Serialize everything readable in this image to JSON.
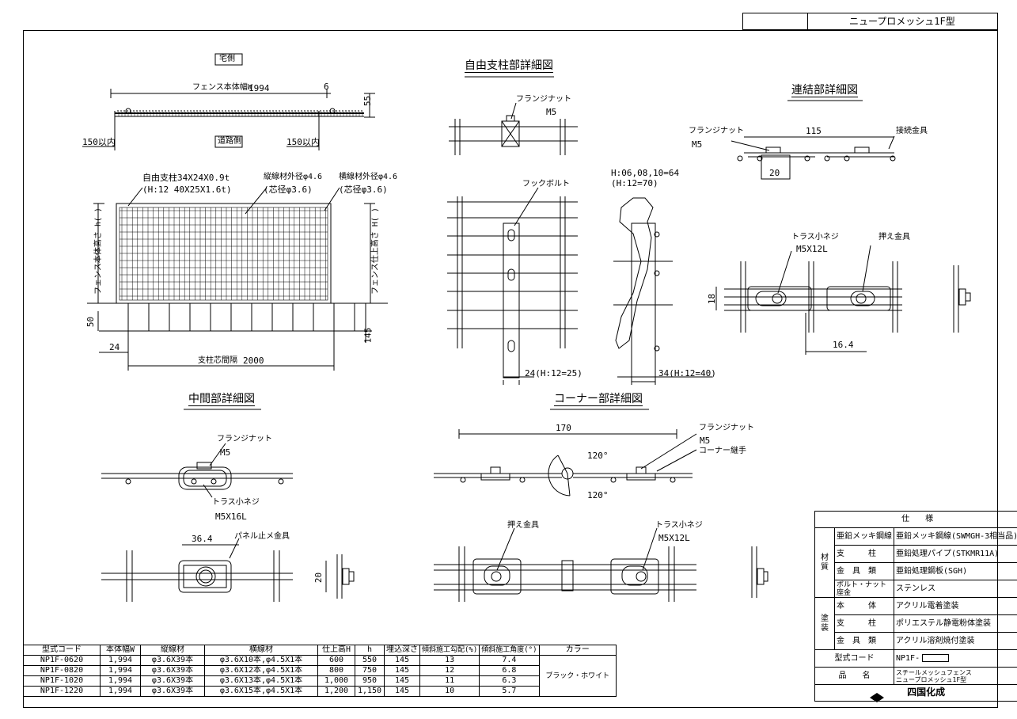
{
  "title_block": {
    "name": "ニュープロメッシュ1F型"
  },
  "views": {
    "plan": {
      "label": "宅側",
      "road": "道路側",
      "width_label": "フェンス本体幅W",
      "width_value": "1994",
      "gap": "6",
      "h55": "55",
      "left_150": "150以内",
      "right_150": "150以内"
    },
    "elev": {
      "post_note1": "自由支柱34X24X0.9t",
      "post_note2": "(H:12 40X25X1.6t)",
      "vwire1": "縦線材外径φ4.6",
      "vwire2": "(芯径φ3.6)",
      "hwire1": "横線材外径φ4.6",
      "hwire2": "(芯径φ3.6)",
      "left_h": "フェンス本体高さ h( )",
      "right_h": "フェンス仕上高さ H( )",
      "d50": "50",
      "d145": "145",
      "d24": "24",
      "pitch_label": "支柱芯間隔",
      "pitch_value": "2000"
    },
    "free_post": {
      "title": "自由支柱部詳細図",
      "flange": "フランジナット",
      "m5": "M5",
      "hook": "フックボルト",
      "h1": "H:06,08,10=64",
      "h2": "(H:12=70)",
      "d24": "24(H:12=25)",
      "d34": "34(H:12=40)"
    },
    "joint": {
      "title": "連結部詳細図",
      "flange": "フランジナット",
      "m5": "M5",
      "w115": "115",
      "fitting": "接続金具",
      "d20": "20",
      "truss": "トラス小ネジ",
      "m5x12": "M5X12L",
      "press": "押え金具",
      "d18": "18",
      "d164": "16.4"
    },
    "mid": {
      "title": "中間部詳細図",
      "flange": "フランジナット",
      "m5": "M5",
      "truss": "トラス小ネジ",
      "m5x16": "M5X16L",
      "d364": "36.4",
      "panel": "パネル止メ金具",
      "d20": "20"
    },
    "corner": {
      "title": "コーナー部詳細図",
      "w170": "170",
      "flange": "フランジナット",
      "m5": "M5",
      "joint": "コーナー継手",
      "a1": "120°",
      "a2": "120°",
      "press": "押え金具",
      "truss": "トラス小ネジ",
      "m5x12": "M5X12L"
    }
  },
  "spec": {
    "header": "仕　　様",
    "group1": "材　質",
    "group2": "塗　装",
    "rows": [
      {
        "label": "亜鉛メッキ鋼線",
        "value": "亜鉛メッキ鋼線(SWMGH-3相当品)"
      },
      {
        "label": "支　　　柱",
        "value": "亜鉛処理パイプ(STKMR11A)"
      },
      {
        "label": "金　具　類",
        "value": "亜鉛処理鋼板(SGH)"
      },
      {
        "label": "ボルト・ナット座金",
        "value": "ステンレス"
      },
      {
        "label": "本　　　体",
        "value": "アクリル電着塗装"
      },
      {
        "label": "支　　　柱",
        "value": "ポリエステル静電粉体塗装"
      },
      {
        "label": "金　具　類",
        "value": "アクリル溶剤焼付塗装"
      }
    ],
    "code_label": "型式コード",
    "code_value": "NP1F-",
    "name_label": "品　　名",
    "name_line1": "スチールメッシュフェンス",
    "name_line2": "ニュープロメッシュ1F型",
    "maker": "四国化成"
  },
  "table": {
    "headers": [
      "型式コード",
      "本体幅W",
      "縦線材",
      "横線材",
      "仕上高H",
      "h",
      "埋込深さ",
      "傾斜施工勾配(%)",
      "傾斜施工角度(°)",
      "カラー"
    ],
    "color": "ブラック・ホワイト",
    "rows": [
      [
        "NP1F-0620",
        "1,994",
        "φ3.6X39本",
        "φ3.6X10本,φ4.5X1本",
        "600",
        "550",
        "145",
        "13",
        "7.4"
      ],
      [
        "NP1F-0820",
        "1,994",
        "φ3.6X39本",
        "φ3.6X12本,φ4.5X1本",
        "800",
        "750",
        "145",
        "12",
        "6.8"
      ],
      [
        "NP1F-1020",
        "1,994",
        "φ3.6X39本",
        "φ3.6X13本,φ4.5X1本",
        "1,000",
        "950",
        "145",
        "11",
        "6.3"
      ],
      [
        "NP1F-1220",
        "1,994",
        "φ3.6X39本",
        "φ3.6X15本,φ4.5X1本",
        "1,200",
        "1,150",
        "145",
        "10",
        "5.7"
      ]
    ]
  }
}
